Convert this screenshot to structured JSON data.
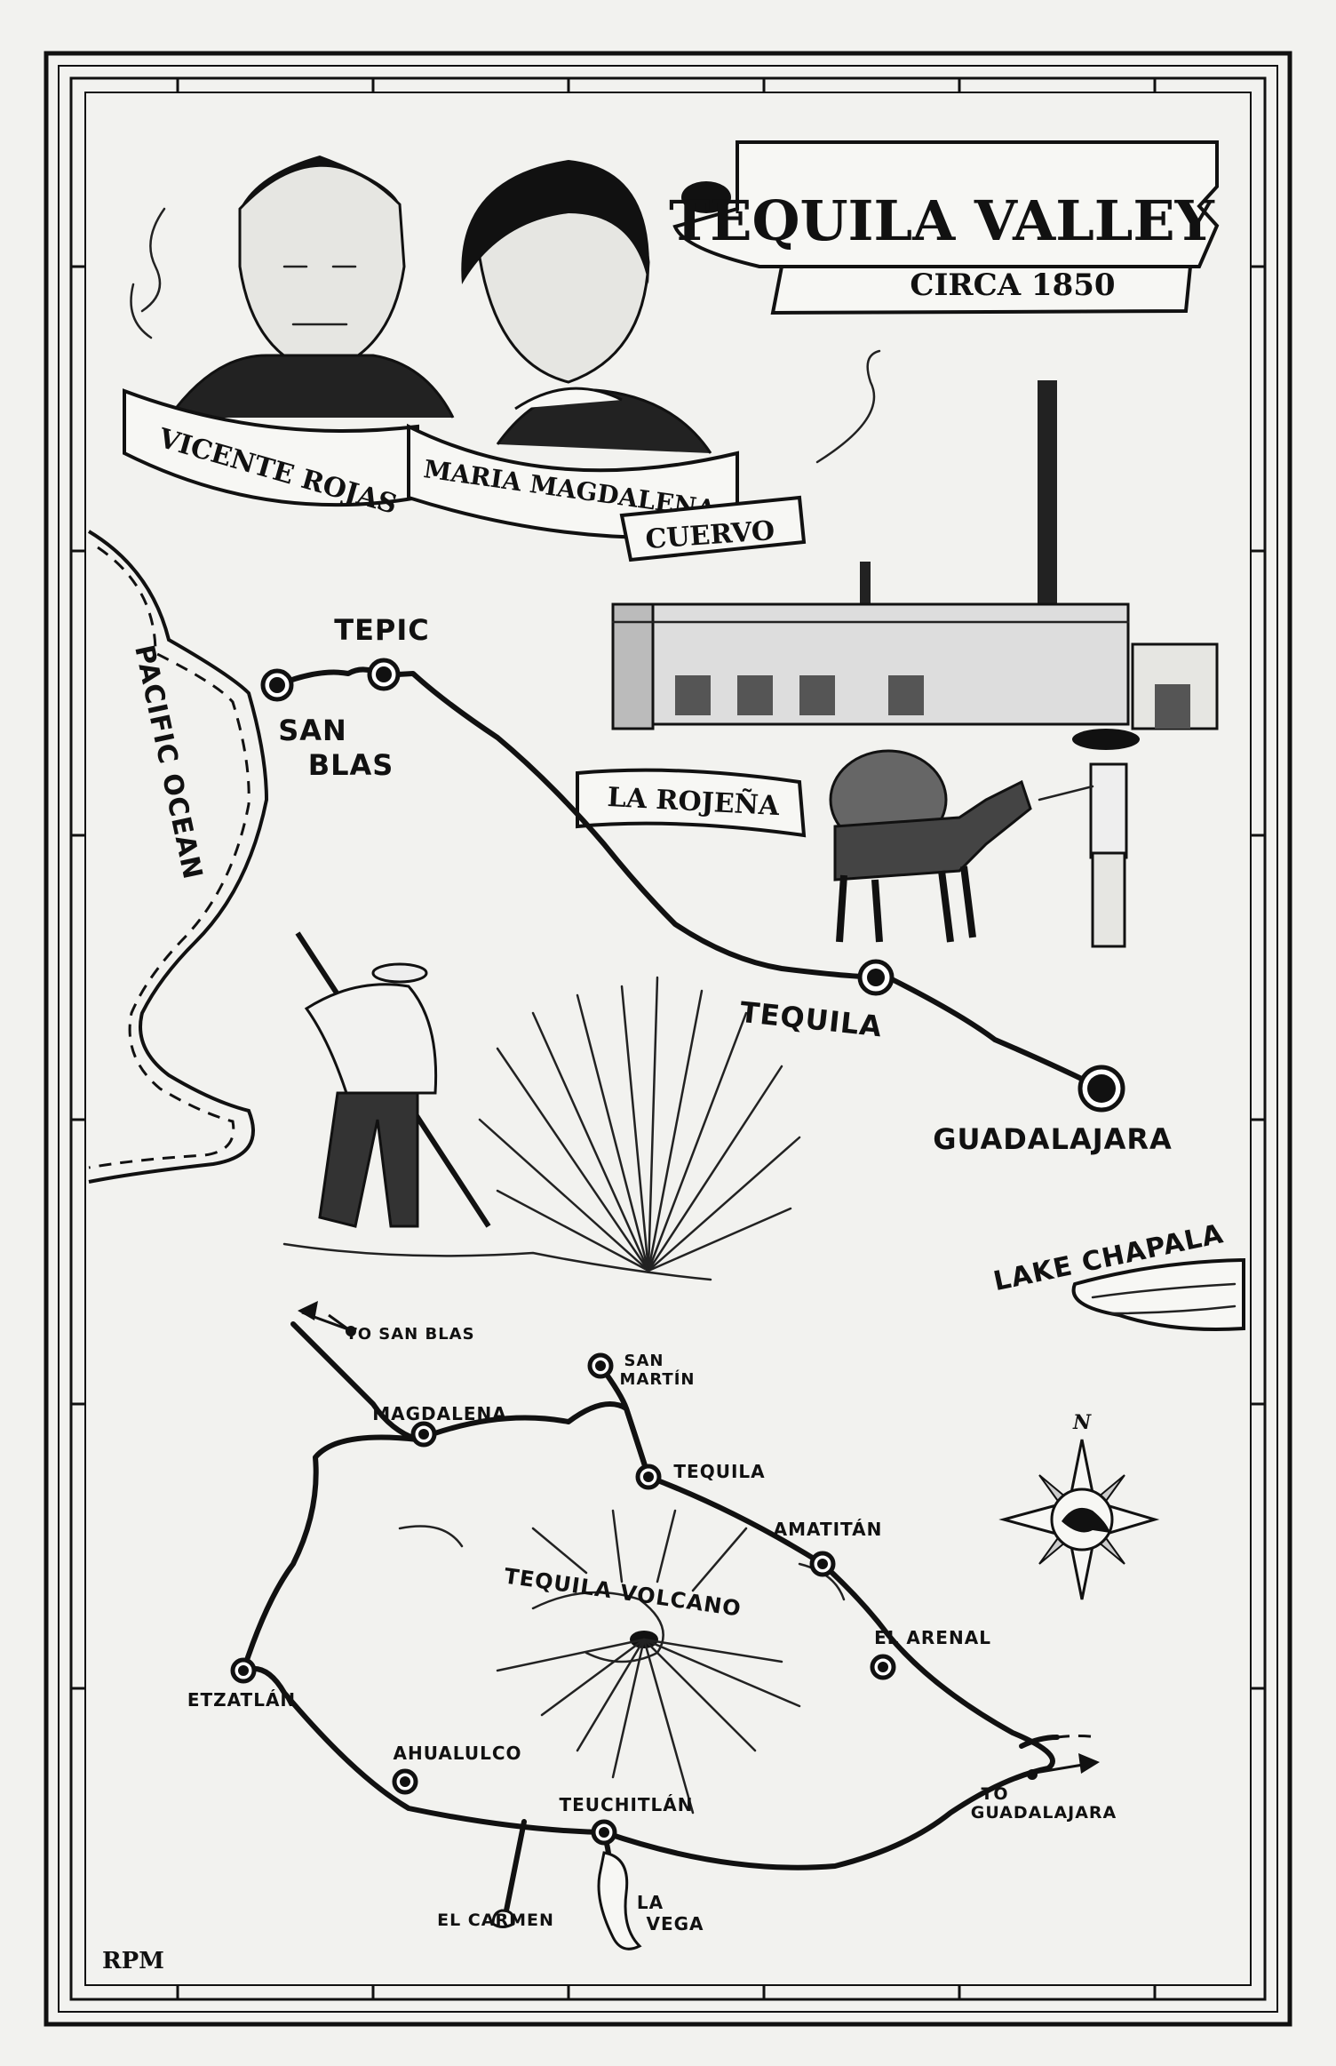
{
  "title": {
    "main": "TEQUILA VALLEY",
    "sub": "CIRCA 1850"
  },
  "portraits": [
    {
      "banner": "VICENTE ROJAS"
    },
    {
      "banner_line1": "MARIA MAGDALENA",
      "banner_line2": "CUERVO"
    }
  ],
  "regional_map": {
    "ocean": "PACIFIC OCEAN",
    "distillery_banner": "LA ROJEÑA",
    "lake": "LAKE CHAPALA",
    "towns": [
      {
        "name": "TEPIC"
      },
      {
        "name_line1": "SAN",
        "name_line2": "BLAS"
      },
      {
        "name": "TEQUILA"
      },
      {
        "name": "GUADALAJARA"
      }
    ]
  },
  "valley_map": {
    "volcano": "TEQUILA VOLCANO",
    "to_san_blas": "TO SAN BLAS",
    "to_guadalajara_line1": "TO",
    "to_guadalajara_line2": "GUADALAJARA",
    "compass_north": "N",
    "towns": {
      "magdalena": "MAGDALENA",
      "san_martin_line1": "SAN",
      "san_martin_line2": "MARTÍN",
      "tequila": "TEQUILA",
      "amatitan": "AMATITÁN",
      "el_arenal": "EL ARENAL",
      "etzatlan": "ETZATLÁN",
      "ahualulco": "AHUALULCO",
      "teuchitlan": "TEUCHITLÁN",
      "el_carmen": "EL CARMEN",
      "la_vega_line1": "LA",
      "la_vega_line2": "VEGA"
    }
  },
  "signature": "RPM",
  "colors": {
    "ink": "#111111",
    "paper": "#f2f2ef"
  }
}
